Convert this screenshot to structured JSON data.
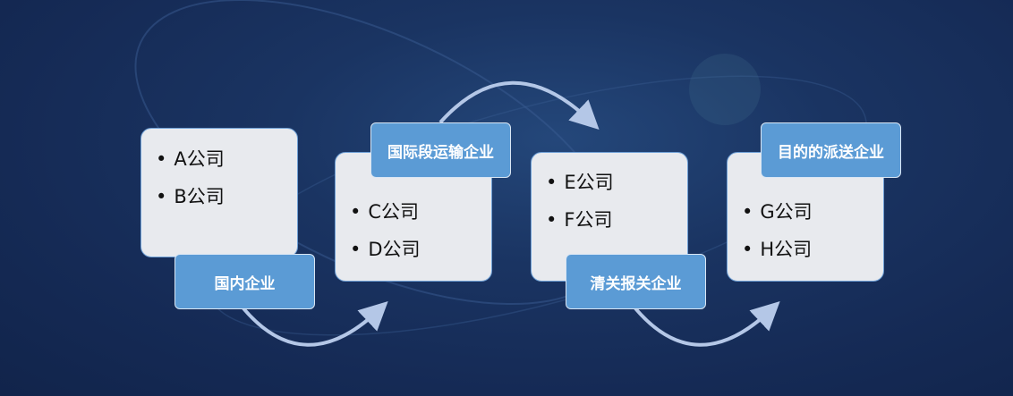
{
  "stages": [
    {
      "title": "国内企业",
      "items": [
        "A公司",
        "B公司"
      ]
    },
    {
      "title": "国际段运输企业",
      "items": [
        "C公司",
        "D公司"
      ]
    },
    {
      "title": "清关报关企业",
      "items": [
        "E公司",
        "F公司"
      ]
    },
    {
      "title": "目的的派送企业",
      "items": [
        "G公司",
        "H公司"
      ]
    }
  ],
  "colors": {
    "label": "#5b9bd5",
    "card": "#e8eaee",
    "arrow": "#b4c7e7"
  }
}
